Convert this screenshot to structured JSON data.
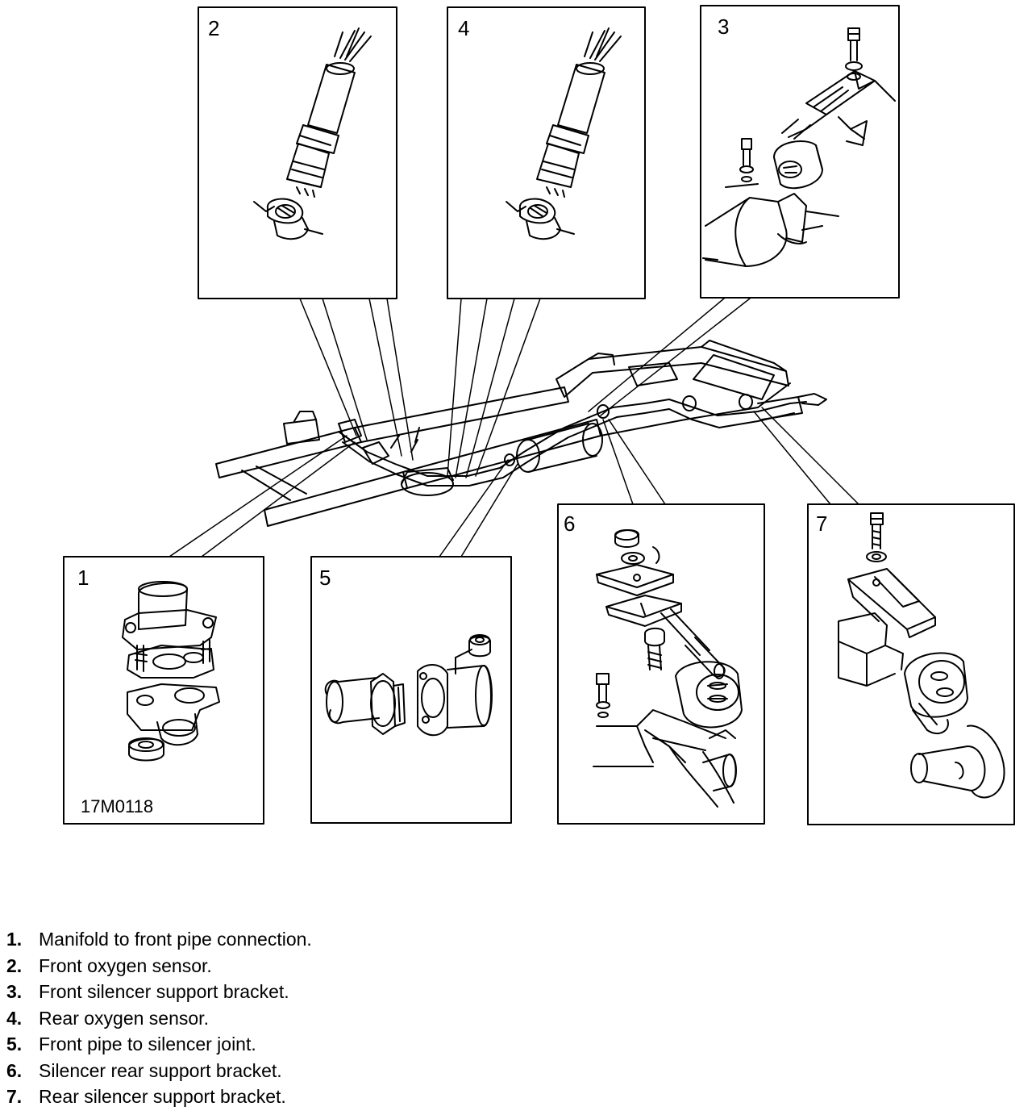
{
  "figure_code": "17M0118",
  "panels": [
    {
      "number": "1"
    },
    {
      "number": "2"
    },
    {
      "number": "3"
    },
    {
      "number": "4"
    },
    {
      "number": "5"
    },
    {
      "number": "6"
    },
    {
      "number": "7"
    }
  ],
  "legend": [
    {
      "number": "1.",
      "text": "Manifold to front pipe connection."
    },
    {
      "number": "2.",
      "text": "Front oxygen sensor."
    },
    {
      "number": "3.",
      "text": "Front silencer support bracket."
    },
    {
      "number": "4.",
      "text": "Rear oxygen sensor."
    },
    {
      "number": "5.",
      "text": "Front pipe to silencer joint."
    },
    {
      "number": "6.",
      "text": "Silencer rear support bracket."
    },
    {
      "number": "7.",
      "text": "Rear silencer support bracket."
    }
  ],
  "colors": {
    "line": "#000000",
    "background": "#ffffff"
  }
}
